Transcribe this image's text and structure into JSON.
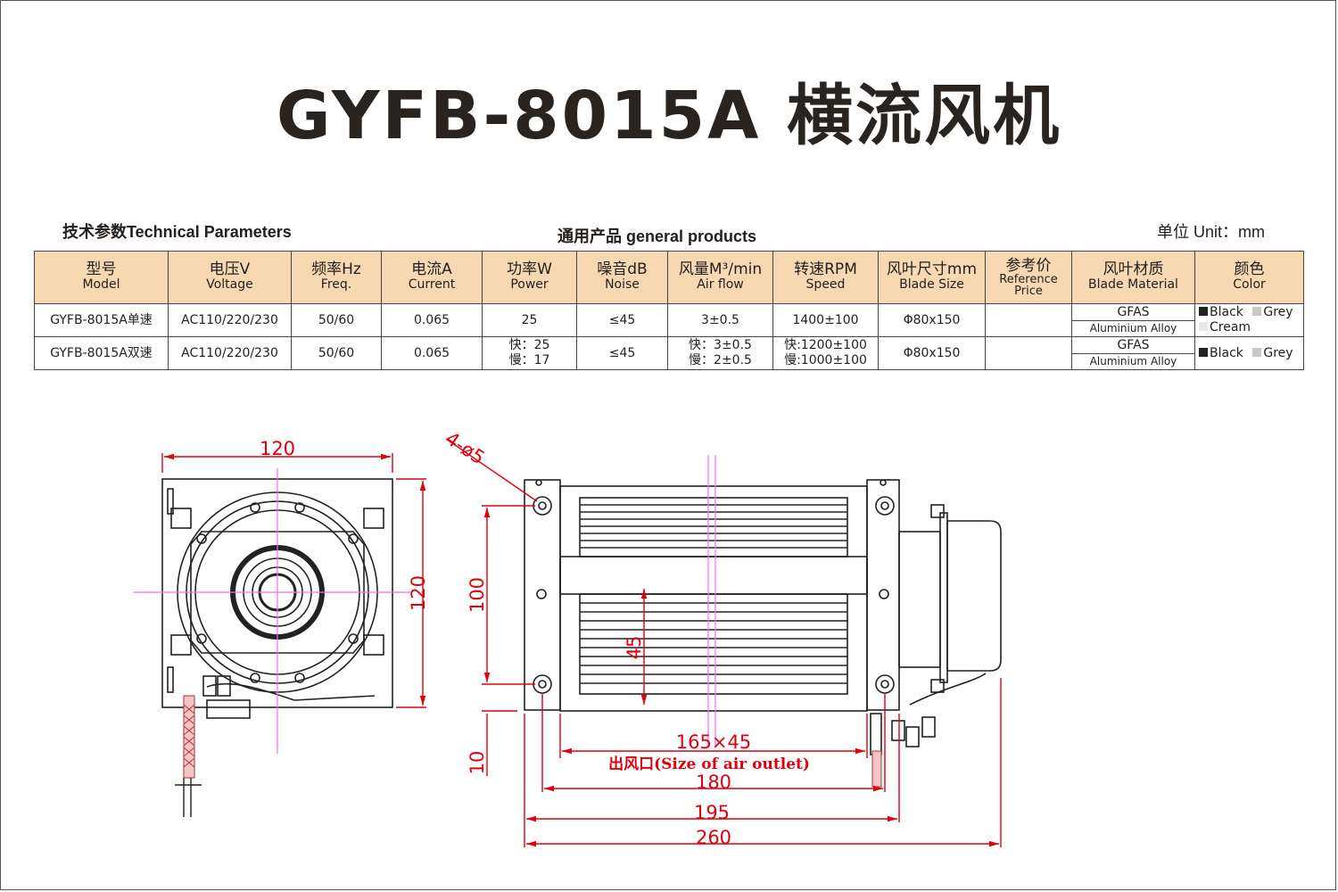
{
  "title": "GYFB-8015A 横流风机",
  "headers": {
    "tech": "技术参数Technical Parameters",
    "general": "通用产品 general products",
    "unit": "单位 Unit：mm"
  },
  "columns": [
    {
      "zh": "型号",
      "en": "Model"
    },
    {
      "zh": "电压V",
      "en": "Voltage"
    },
    {
      "zh": "频率Hz",
      "en": "Freq."
    },
    {
      "zh": "电流A",
      "en": "Current"
    },
    {
      "zh": "功率W",
      "en": "Power"
    },
    {
      "zh": "噪音dB",
      "en": "Noise"
    },
    {
      "zh": "风量M³/min",
      "en": "Air flow"
    },
    {
      "zh": "转速RPM",
      "en": "Speed"
    },
    {
      "zh": "风叶尺寸mm",
      "en": "Blade Size"
    },
    {
      "zh": "参考价",
      "en": "Reference Price"
    },
    {
      "zh": "风叶材质",
      "en": "Blade Material"
    },
    {
      "zh": "颜色",
      "en": "Color"
    }
  ],
  "rows": [
    {
      "model": "GYFB-8015A单速",
      "voltage": "AC110/220/230",
      "freq": "50/60",
      "current": "0.065",
      "power": "25",
      "power2": "",
      "noise": "≤45",
      "airflow": "3±0.5",
      "airflow2": "",
      "speed": "1400±100",
      "speed2": "",
      "blade_size": "Φ80x150",
      "price": "",
      "material_top": "GFAS",
      "material_bottom": "Aluminium Alloy",
      "colors": [
        "Black",
        "Grey",
        "Cream"
      ]
    },
    {
      "model": "GYFB-8015A双速",
      "voltage": "AC110/220/230",
      "freq": "50/60",
      "current": "0.065",
      "power": "快：25",
      "power2": "慢：17",
      "noise": "≤45",
      "airflow": "快：3±0.5",
      "airflow2": "慢：2±0.5",
      "speed": "快:1200±100",
      "speed2": "慢:1000±100",
      "blade_size": "Φ80x150",
      "price": "",
      "material_top": "GFAS",
      "material_bottom": "Aluminium Alloy",
      "colors": [
        "Black",
        "Grey"
      ]
    }
  ],
  "color_swatches": {
    "Black": "#222222",
    "Grey": "#c8c8c8",
    "Cream": "#e8e8e8"
  },
  "drawing": {
    "side_width": "120",
    "side_height": "120",
    "hole_spec": "4-ø5",
    "dim_100": "100",
    "dim_45": "45",
    "dim_10": "10",
    "outlet_size": "165×45",
    "outlet_label": "出风口(Size of  air outlet)",
    "dim_180": "180",
    "dim_195": "195",
    "dim_260": "260",
    "dim_color": "#e0000d",
    "center_color": "#ff66ff"
  }
}
